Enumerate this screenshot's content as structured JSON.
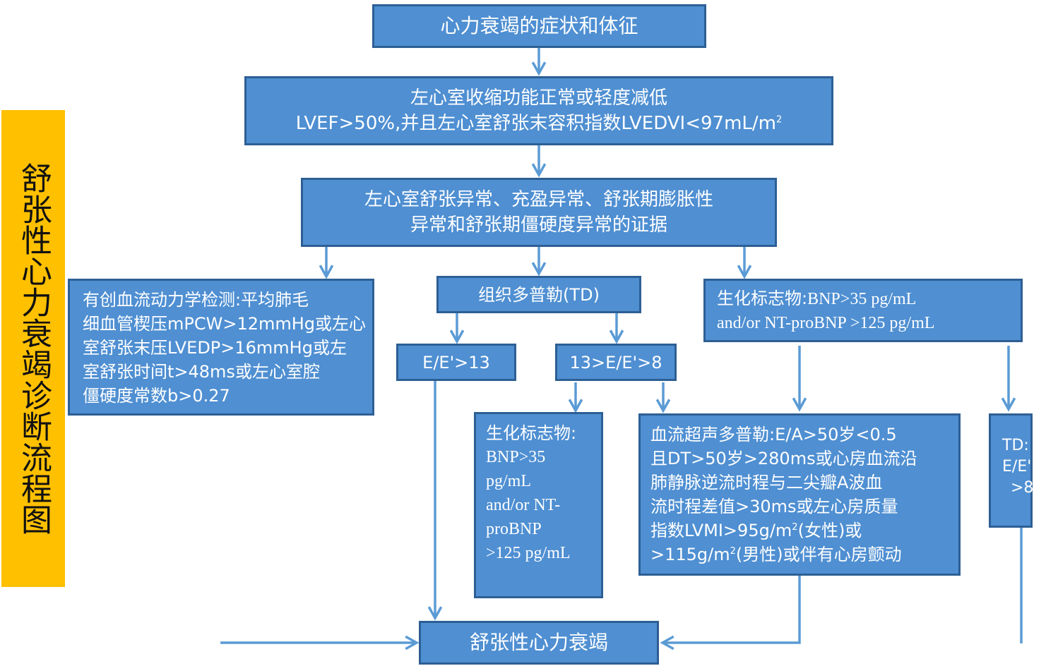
{
  "side_title": "舒张性心力衰竭诊断流程图",
  "box_symptoms": "心力衰竭的症状和体征",
  "box_lvef": {
    "line1": "左心室收缩功能正常或轻度减低",
    "line2": "LVEF>50%,并且左心室舒张末容积指数LVEDVI<97mL/m",
    "sup": "2"
  },
  "box_abnormal": {
    "line1": "左心室舒张异常、充盈异常、舒张期膨胀性",
    "line2": "异常和舒张期僵硬度异常的证据"
  },
  "box_invasive": {
    "line1": "有创血流动力学检测:平均肺毛",
    "line2": "细血管楔压mPCW>12mmHg或左心",
    "line3": "室舒张末压LVEDP>16mmHg或左",
    "line4": "室舒张时间t>48ms或左心室腔",
    "line5": "僵硬度常数b>0.27"
  },
  "box_td": "组织多普勒(TD)",
  "box_biomarker_right": {
    "label": "生化标志物:",
    "line1": "BNP>35 pg/mL",
    "line2": "and/or NT-proBNP >125 pg/mL"
  },
  "box_ee13": "E/E'>13",
  "box_ee8": "13>E/E'>8",
  "box_biomarker_mid": {
    "label": "生化标志物:",
    "line1": "BNP>35",
    "line2": "pg/mL",
    "line3": "and/or NT-",
    "line4": "proBNP",
    "line5": ">125 pg/mL"
  },
  "box_doppler": {
    "line1": "血流超声多普勒:E/A>50岁<0.5",
    "line2": "且DT>50岁>280ms或心房血流沿",
    "line3": "肺静脉逆流时程与二尖瓣A波血",
    "line4": "流时程差值>30ms或左心房质量",
    "line5a": "指数LVMI>95g/m",
    "line5sup": "2",
    "line5b": "(女性)或",
    "line6a": ">115g/m",
    "line6sup": "2",
    "line6b": "(男性)或伴有心房颤动"
  },
  "box_td_small": {
    "line1": "TD:",
    "line2": "E/E'",
    "line3": ">8"
  },
  "box_result": "舒张性心力衰竭",
  "colors": {
    "box_fill": "#4f8fd2",
    "box_border": "#2d5f94",
    "arrow": "#5b9bd5",
    "side_fill": "#ffc000"
  }
}
